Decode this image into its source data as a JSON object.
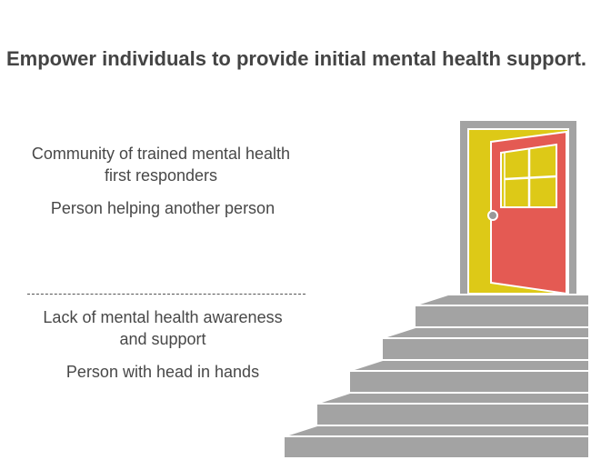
{
  "title": "Empower individuals to provide initial mental health support.",
  "top_section": {
    "heading": "Community of trained mental health first responders",
    "subtext": "Person helping another person"
  },
  "bottom_section": {
    "heading": "Lack of mental health awareness and support",
    "subtext": "Person with head in hands"
  },
  "colors": {
    "frame": "#a3a3a3",
    "doorway": "#ddc917",
    "door": "#e45a53",
    "stairs": "#a3a3a3"
  }
}
